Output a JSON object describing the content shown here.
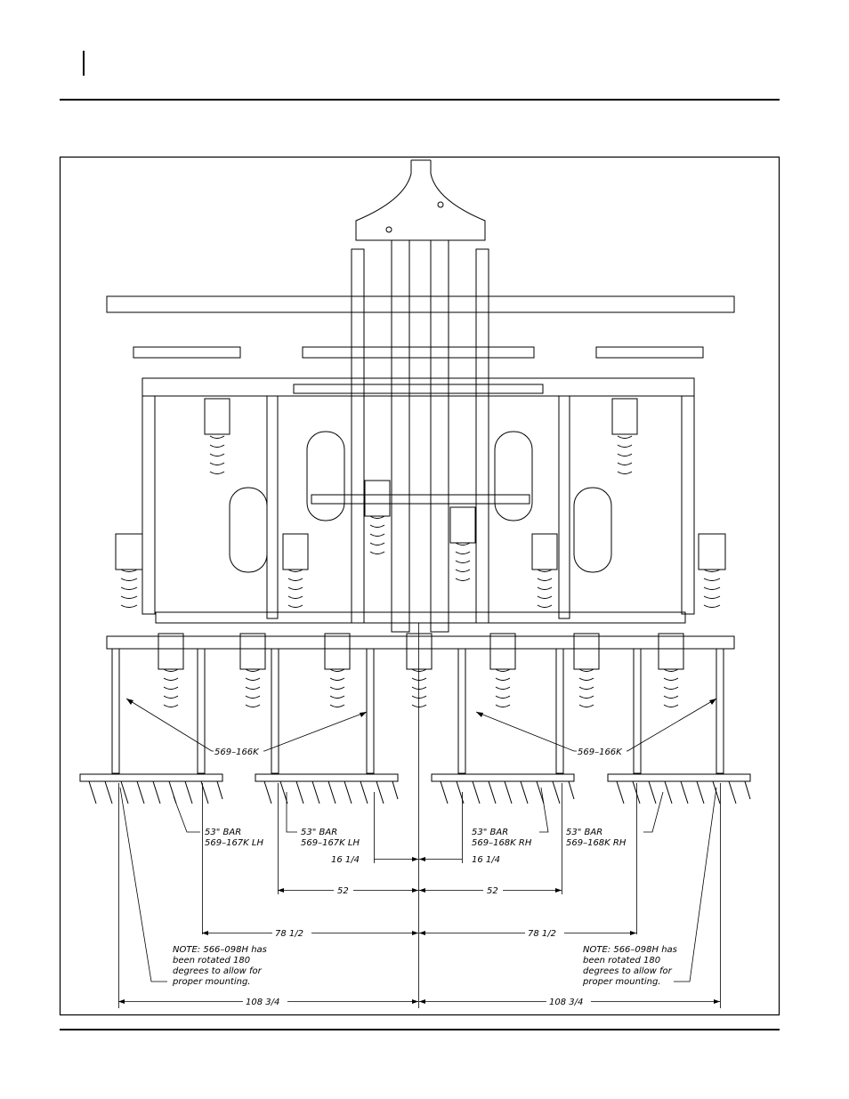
{
  "labels": {
    "part_left": "569–166K",
    "part_right": "569–166K",
    "bar1_line1": "53\" BAR",
    "bar1_line2": "569–167K LH",
    "bar2_line1": "53\" BAR",
    "bar2_line2": "569–167K LH",
    "bar3_line1": "53\" BAR",
    "bar3_line2": "569–168K RH",
    "bar4_line1": "53\" BAR",
    "bar4_line2": "569–168K RH"
  },
  "dimensions": {
    "d1_left": "16 1/4",
    "d1_right": "16 1/4",
    "d2_left": "52",
    "d2_right": "52",
    "d3_left": "78 1/2",
    "d3_right": "78 1/2",
    "d4_left": "108 3/4",
    "d4_right": "108 3/4"
  },
  "notes": {
    "left": [
      "NOTE: 566–098H has",
      "been   rotated 180",
      "degrees to allow for",
      "proper mounting."
    ],
    "right": [
      "NOTE: 566–098H has",
      "been   rotated 180",
      "degrees to allow for",
      "proper mounting."
    ]
  }
}
